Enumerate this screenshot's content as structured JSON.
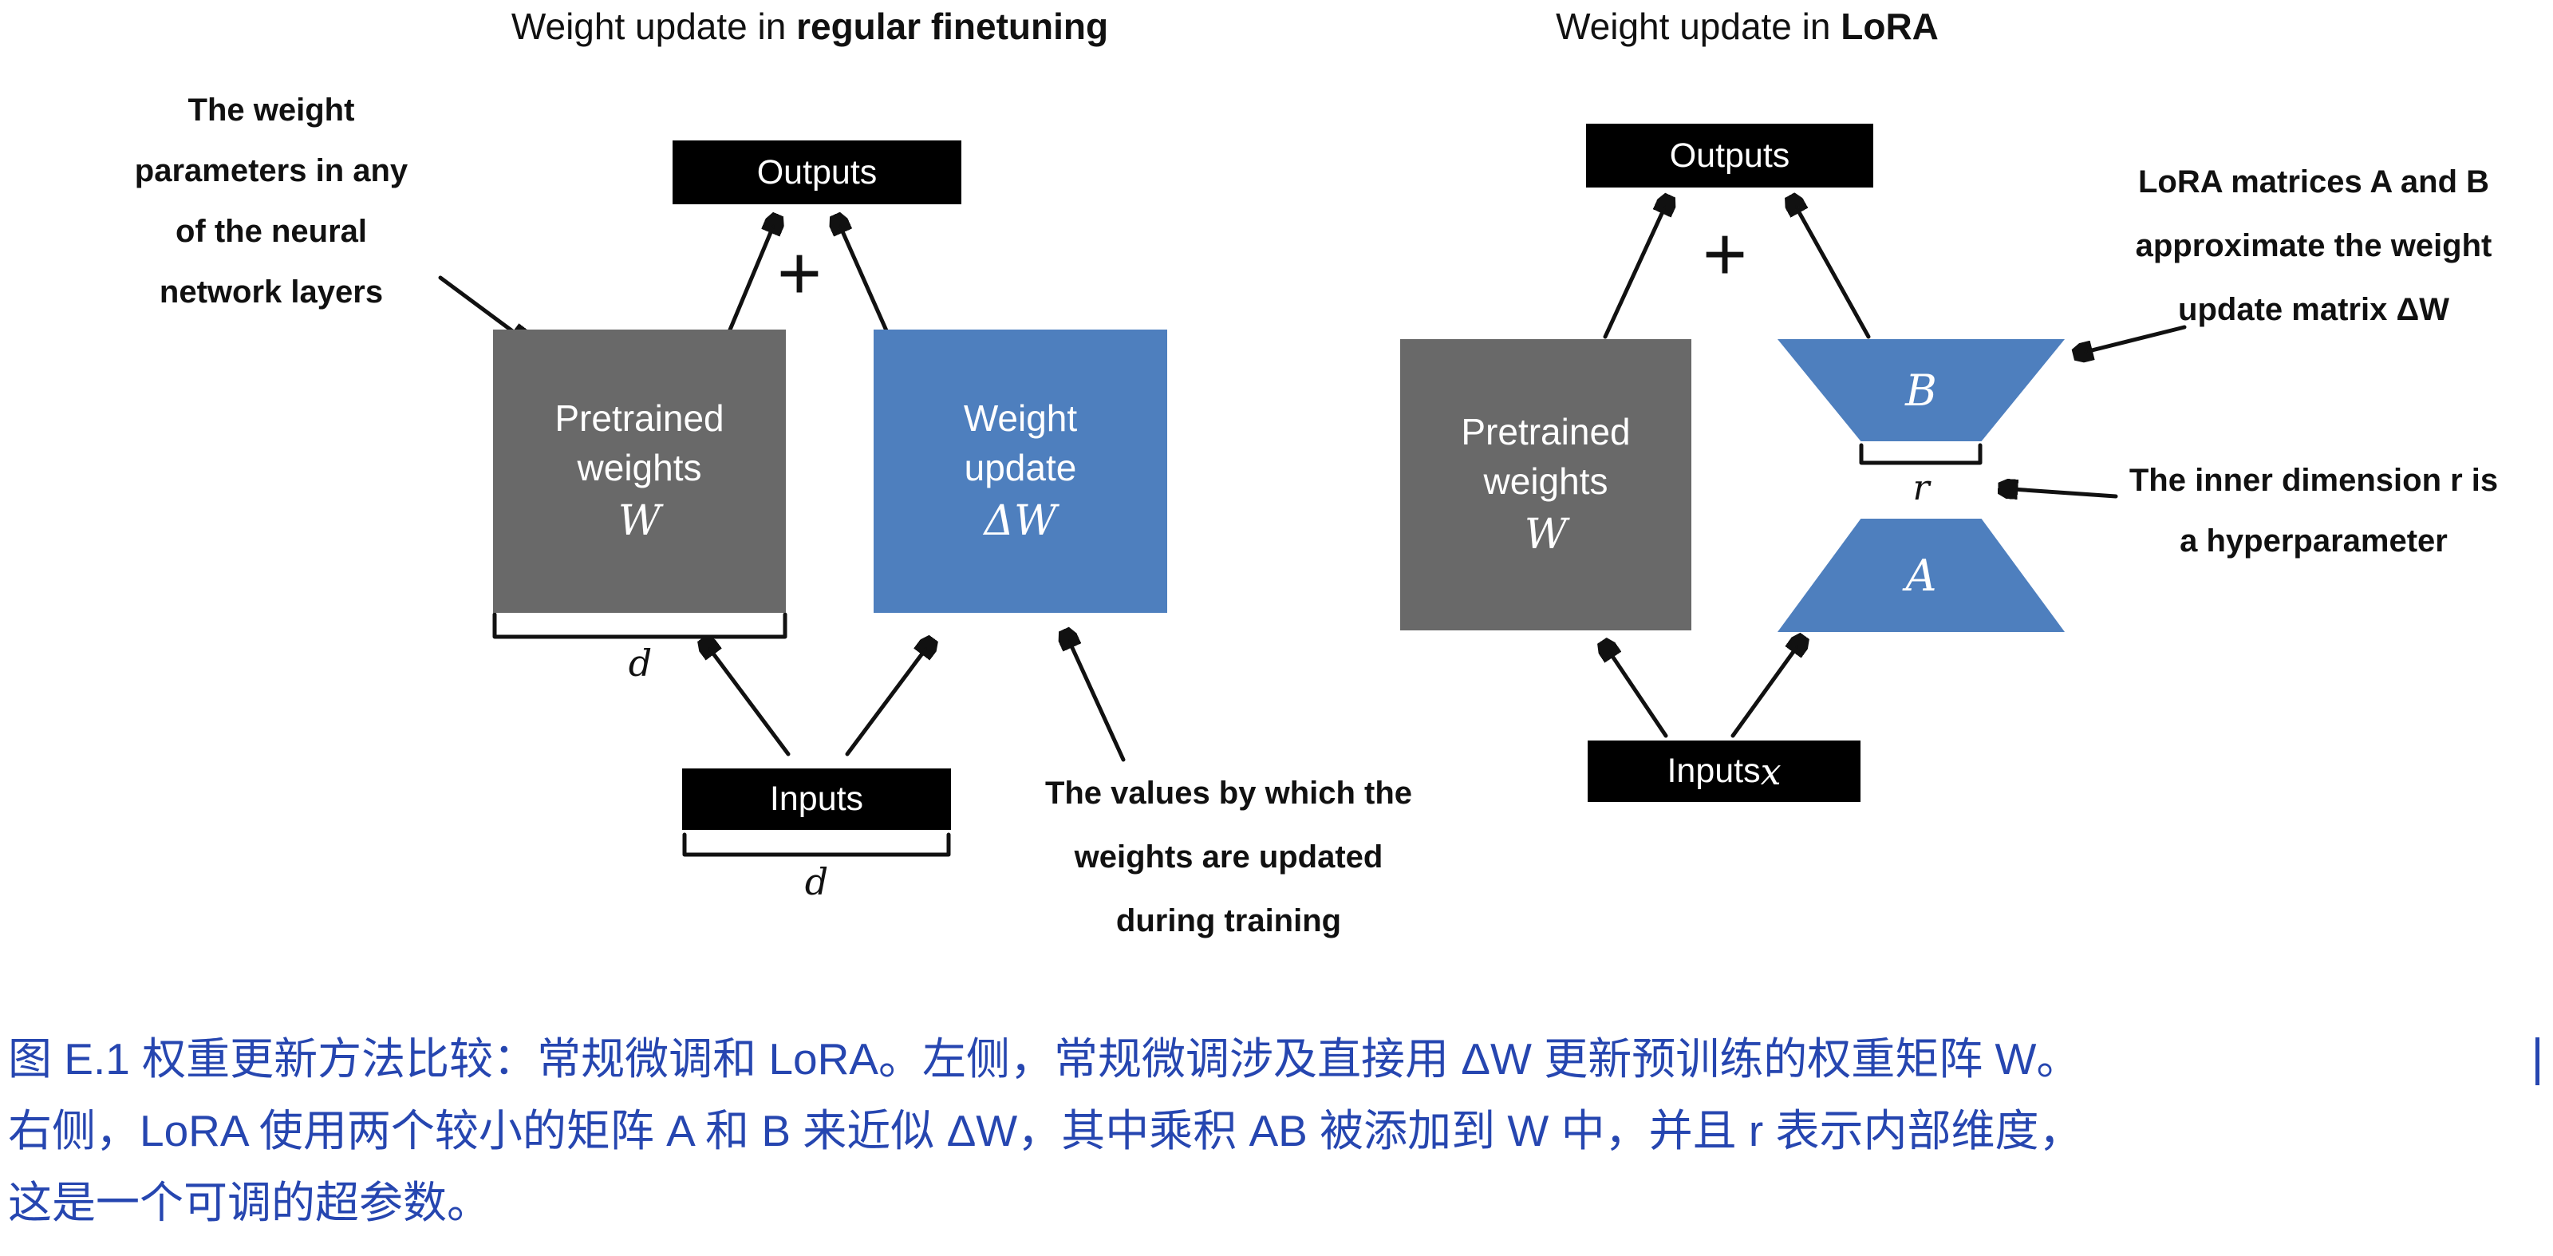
{
  "left": {
    "title_prefix": "Weight update in ",
    "title_bold": "regular finetuning",
    "note_weights": [
      "The weight",
      "parameters in any",
      "of the neural",
      "network layers"
    ],
    "outputs_label": "Outputs",
    "plus": "+",
    "box_pretrained": [
      "Pretrained",
      "weights"
    ],
    "box_pretrained_symbol": "W",
    "box_update": [
      "Weight",
      "update"
    ],
    "box_update_symbol": "ΔW",
    "dim_d_weights": "d",
    "inputs_label": "Inputs",
    "dim_d_inputs": "d",
    "note_values": [
      "The values by which the",
      "weights are updated",
      "during training"
    ]
  },
  "right": {
    "title_prefix": "Weight update in ",
    "title_bold": "LoRA",
    "outputs_label": "Outputs",
    "plus": "+",
    "box_pretrained": [
      "Pretrained",
      "weights"
    ],
    "box_pretrained_symbol": "W",
    "matrix_b": "B",
    "r_label": "r",
    "matrix_a": "A",
    "inputs_prefix": "Inputs ",
    "inputs_symbol": "x",
    "note_ab": [
      "LoRA matrices A and B",
      "approximate the weight",
      "update matrix ΔW"
    ],
    "note_r": [
      "The inner dimension r is",
      "a hyperparameter"
    ]
  },
  "caption": {
    "lines": [
      "图 E.1 权重更新方法比较：常规微调和 LoRA。左侧，常规微调涉及直接用 ΔW 更新预训练的权重矩阵 W。",
      "右侧，LoRA 使用两个较小的矩阵 A 和 B 来近似 ΔW，其中乘积 AB 被添加到 W 中，并且 r 表示内部维度，",
      "这是一个可调的超参数。"
    ]
  },
  "colors": {
    "gray_box": "#696969",
    "blue_box": "#4e7fbe",
    "black_box": "#000000",
    "box_text": "#ffffff",
    "diagram_text": "#111111",
    "caption_text": "#2646b0",
    "background": "#ffffff"
  },
  "icons": {
    "arrow": "black line with solid triangular arrowhead",
    "bracket": "upward-opening square dimension bracket"
  }
}
